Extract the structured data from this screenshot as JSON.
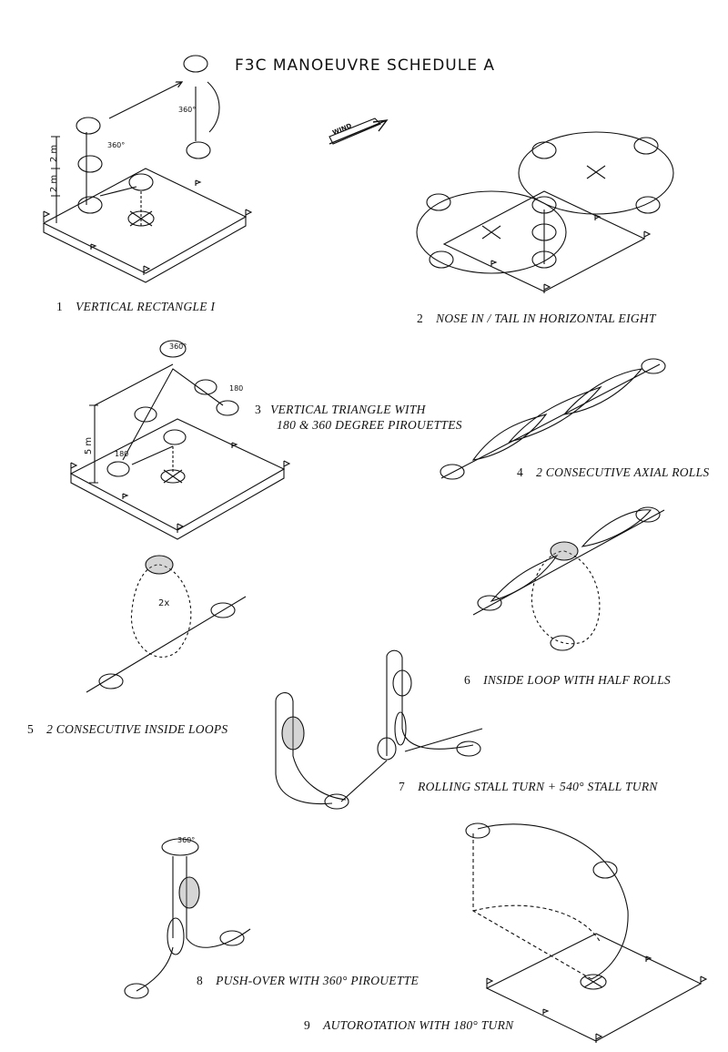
{
  "title": "F3C MANOEUVRE SCHEDULE A",
  "wind_label": "WIND",
  "manoeuvres": [
    {
      "number": "1",
      "caption": "VERTICAL RECTANGLE I"
    },
    {
      "number": "2",
      "caption": "NOSE IN / TAIL IN  HORIZONTAL EIGHT"
    },
    {
      "number": "3",
      "caption_line1": "VERTICAL TRIANGLE WITH",
      "caption_line2": "180 & 360 DEGREE PIROUETTES"
    },
    {
      "number": "4",
      "caption": "2 CONSECUTIVE AXIAL ROLLS"
    },
    {
      "number": "5",
      "caption": "2 CONSECUTIVE INSIDE LOOPS"
    },
    {
      "number": "6",
      "caption": "INSIDE LOOP WITH HALF ROLLS"
    },
    {
      "number": "7",
      "caption": "ROLLING STALL TURN + 540° STALL TURN"
    },
    {
      "number": "8",
      "caption": "PUSH-OVER WITH 360° PIROUETTE"
    },
    {
      "number": "9",
      "caption": "AUTOROTATION WITH 180° TURN"
    }
  ],
  "annotations": {
    "d1_360_a": "360°",
    "d1_360_b": "360°",
    "d1_2m_a": "2 m",
    "d1_2m_b": "2 m",
    "d3_360": "360°",
    "d3_180_a": "180",
    "d3_180_b": "180",
    "d3_5m": "5 m",
    "d5_2x": "2x",
    "d8_360": "360°"
  }
}
